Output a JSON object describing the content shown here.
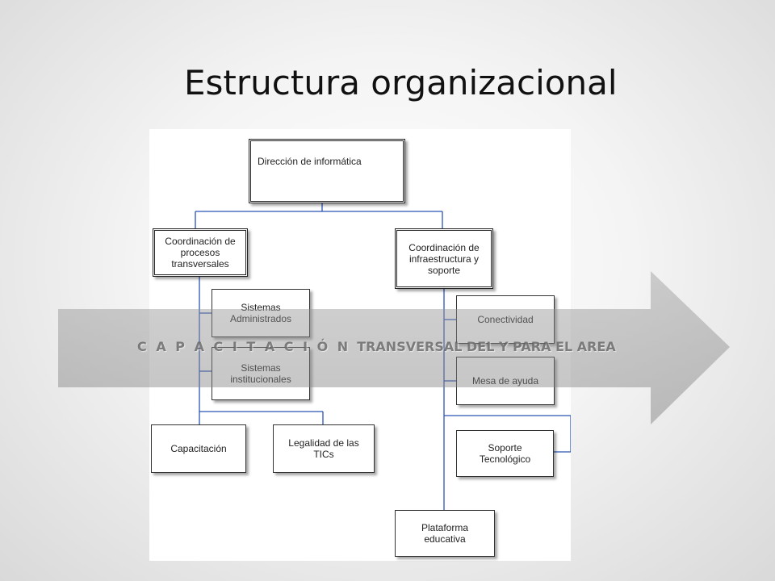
{
  "slide": {
    "title": "Estructura organizacional"
  },
  "org_chart": {
    "root": {
      "label": "Dirección de informática"
    },
    "left_branch": {
      "label": "Coordinación de procesos transversales",
      "children": [
        {
          "label": "Sistemas Administrados"
        },
        {
          "label": "Sistemas institucionales"
        },
        {
          "label": "Capacitación"
        },
        {
          "label": "Legalidad de las TICs"
        }
      ]
    },
    "right_branch": {
      "label": "Coordinación de infraestructura y soporte",
      "children": [
        {
          "label": "Conectividad"
        },
        {
          "label": "Mesa de ayuda"
        },
        {
          "label": "Soporte Tecnológico"
        },
        {
          "label": "Plataforma educativa"
        }
      ]
    },
    "connector_color": "#2b54b8"
  },
  "overlay_arrow": {
    "text_spaced": "C A P A C I T A C I Ó N",
    "text_rest": "TRANSVERSAL DEL Y PARA EL AREA",
    "fill_color": "#8c8c8c"
  }
}
